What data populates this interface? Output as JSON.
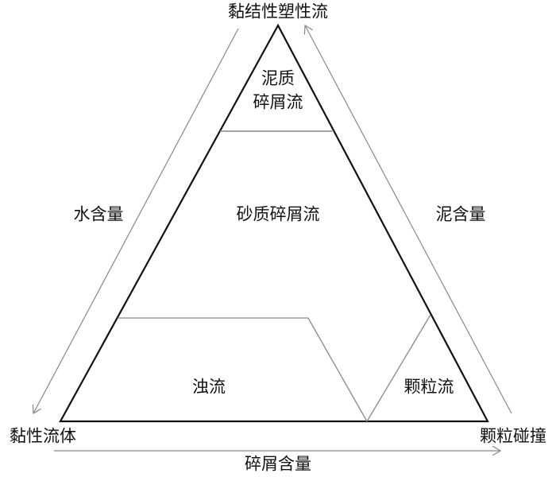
{
  "vertices": {
    "top": "黏结性塑性流",
    "bottom_left": "黏性流体",
    "bottom_right": "颗粒碰撞"
  },
  "regions": {
    "mud_debris_flow_line1": "泥质",
    "mud_debris_flow_line2": "碎屑流",
    "sandy_debris_flow": "砂质碎屑流",
    "turbidity_current": "浊流",
    "grain_flow": "颗粒流"
  },
  "axes": {
    "left": "水含量",
    "right": "泥含量",
    "bottom": "碎屑含量"
  },
  "colors": {
    "outline": "#111111",
    "divider": "#888888",
    "arrow": "#888888"
  }
}
